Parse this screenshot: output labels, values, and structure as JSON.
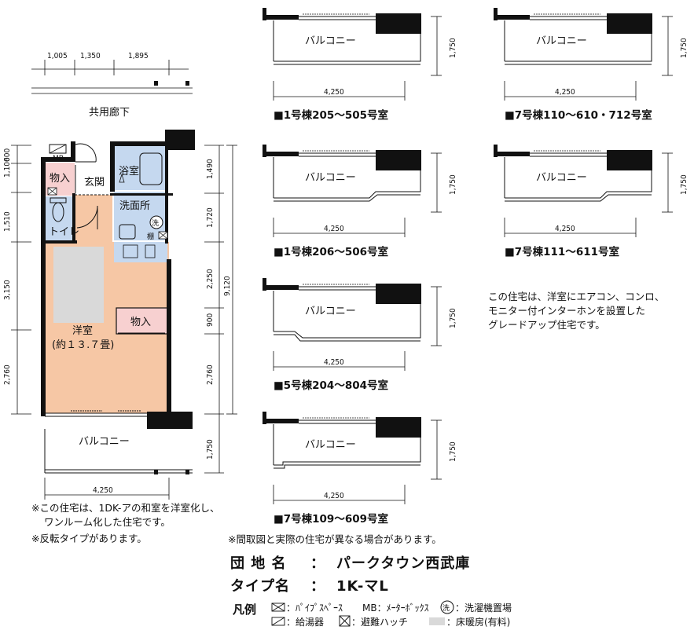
{
  "main_plan": {
    "corridor_label": "共用廊下",
    "corridor_dims": [
      "1,005",
      "1,350",
      "1,895"
    ],
    "left_dims": [
      "1,100",
      "600",
      "1,510",
      "3,150",
      "2,760"
    ],
    "right_dims": [
      "1,490",
      "1,720",
      "2,250",
      "900",
      "2,760",
      "1,750"
    ],
    "total_depth": "9,120",
    "width": "4,250",
    "rooms": {
      "storage1": "物入",
      "entrance": "玄関",
      "bath": "浴室",
      "washroom": "洗面所",
      "toilet": "トイレ",
      "western": "洋室",
      "western_area": "(約１３.７畳)",
      "storage2": "物入",
      "balcony": "バルコニー",
      "mb": "MB",
      "shelf": "棚",
      "wash_symbol": "洗"
    }
  },
  "variants": [
    {
      "balcony": "バルコニー",
      "depth": "1,750",
      "width": "4,250",
      "caption": "■1号棟205～505号室"
    },
    {
      "balcony": "バルコニー",
      "depth": "1,750",
      "width": "4,250",
      "caption": "■7号棟110～610・712号室"
    },
    {
      "balcony": "バルコニー",
      "depth": "1,750",
      "width": "4,250",
      "caption": "■1号棟206～506号室"
    },
    {
      "balcony": "バルコニー",
      "depth": "1,750",
      "width": "4,250",
      "caption": "■7号棟111～611号室"
    },
    {
      "balcony": "バルコニー",
      "depth": "1,750",
      "width": "4,250",
      "caption": "■5号棟204～804号室"
    },
    {
      "balcony": "バルコニー",
      "depth": "1,750",
      "width": "4,250",
      "caption": "■7号棟109～609号室"
    }
  ],
  "notes": {
    "upgrade": [
      "この住宅は、洋室にエアコン、コンロ、",
      "モニター付インターホンを設置した",
      "グレードアップ住宅です。"
    ],
    "conversion": [
      "※この住宅は、1DK-アの和室を洋室化し、",
      "ワンルーム化した住宅です。"
    ],
    "reverse": "※反転タイプがあります。",
    "disclaimer": "※間取図と実際の住宅が異なる場合があります。"
  },
  "info": {
    "estate_label": "団 地 名",
    "estate_sep": "：",
    "estate_value": "パークタウン西武庫",
    "type_label": "タイプ名",
    "type_sep": "：",
    "type_value": "1K-マL"
  },
  "legend": {
    "title": "凡例",
    "items": [
      "：ﾊﾟｲﾌﾟｽﾍﾟｰｽ",
      "MB：ﾒｰﾀｰﾎﾞｯｸｽ",
      "：洗濯機置場",
      "：給湯器",
      "：避難ハッチ",
      "：床暖房(有料)"
    ],
    "wash_symbol": "洗"
  },
  "colors": {
    "western_floor": "#f6c7a5",
    "storage_pink": "#f7d0d0",
    "water_blue": "#c5d8ef",
    "floor_heating": "#d9d9d9",
    "wall": "#111111"
  }
}
